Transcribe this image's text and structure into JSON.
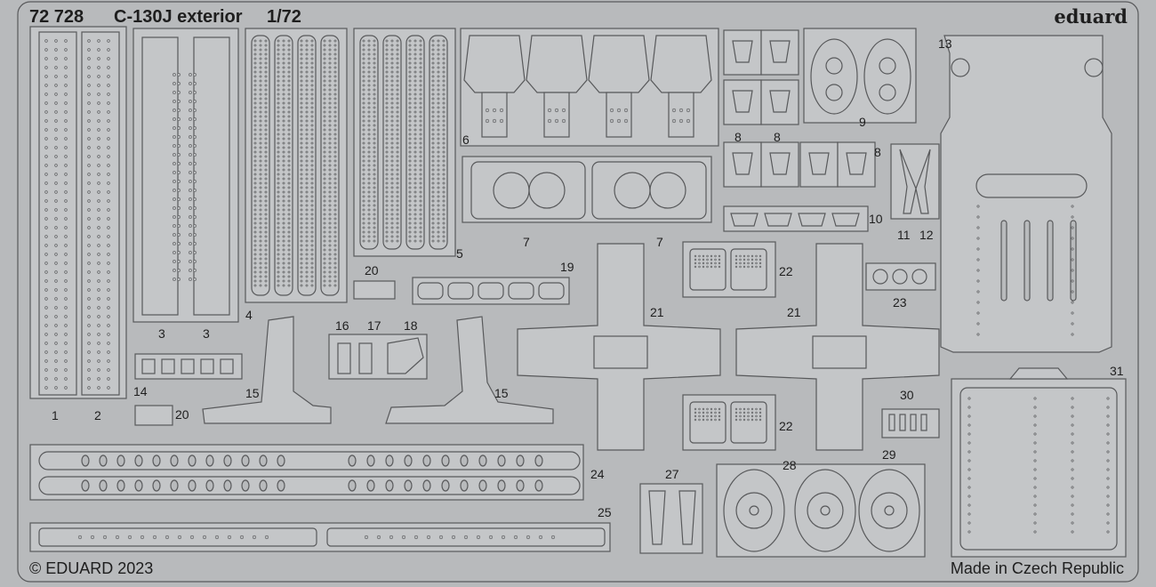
{
  "header": {
    "set_number": "72 728",
    "set_name": "C-130J exterior",
    "scale": "1/72",
    "brand": "eduard"
  },
  "footer": {
    "copyright": "© EDUARD 2023",
    "origin": "Made in Czech Republic"
  },
  "part_labels": [
    "1",
    "2",
    "3",
    "3",
    "4",
    "5",
    "6",
    "7",
    "7",
    "8",
    "8",
    "8",
    "9",
    "10",
    "11",
    "12",
    "13",
    "14",
    "15",
    "15",
    "16",
    "17",
    "18",
    "19",
    "20",
    "20",
    "21",
    "21",
    "22",
    "22",
    "23",
    "24",
    "25",
    "27",
    "28",
    "29",
    "30",
    "31"
  ],
  "colors": {
    "fret": "#b8babc",
    "part": "#c4c6c8",
    "etch_line": "#58595b",
    "text": "#1e1e1e"
  }
}
